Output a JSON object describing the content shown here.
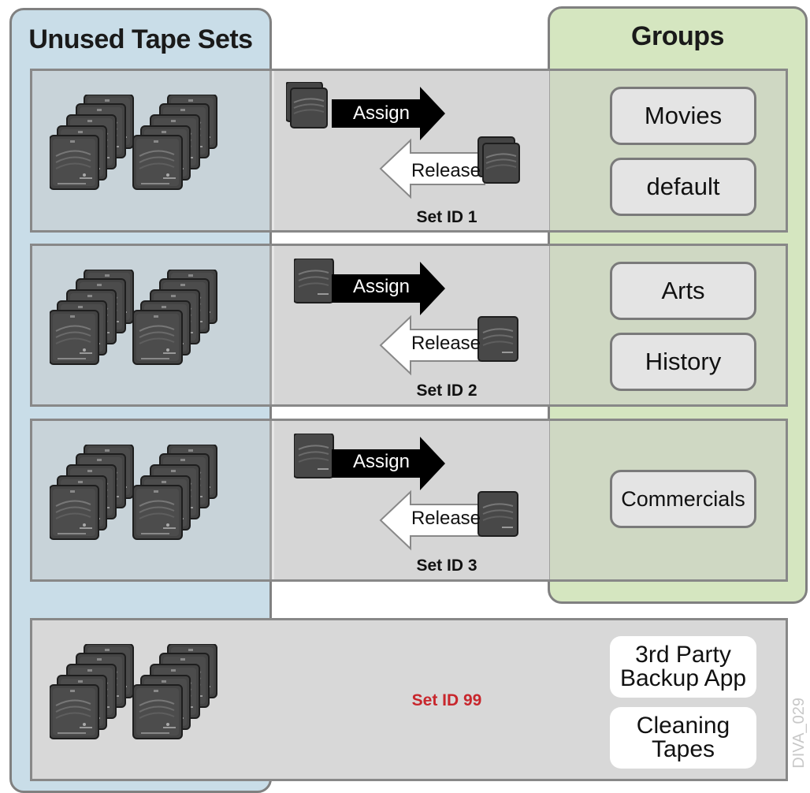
{
  "panels": {
    "unused_title": "Unused Tape Sets",
    "groups_title": "Groups"
  },
  "arrows": {
    "assign": "Assign",
    "release": "Release"
  },
  "rows": [
    {
      "set_id": "Set ID 1",
      "groups": [
        "Movies",
        "default"
      ]
    },
    {
      "set_id": "Set ID 2",
      "groups": [
        "Arts",
        "History"
      ]
    },
    {
      "set_id": "Set ID 3",
      "groups": [
        "Commercials"
      ]
    }
  ],
  "special_row": {
    "set_id": "Set ID 99",
    "set_id_color": "#c8262c",
    "labels": [
      "3rd Party Backup App",
      "Cleaning Tapes"
    ]
  },
  "figure_id": "DIVA_029",
  "colors": {
    "unused_panel": "#c9dde8",
    "groups_panel": "#d5e6c0",
    "tape": "#4a4a4a",
    "arrow_assign": "#000000",
    "arrow_release": "#ffffff"
  }
}
